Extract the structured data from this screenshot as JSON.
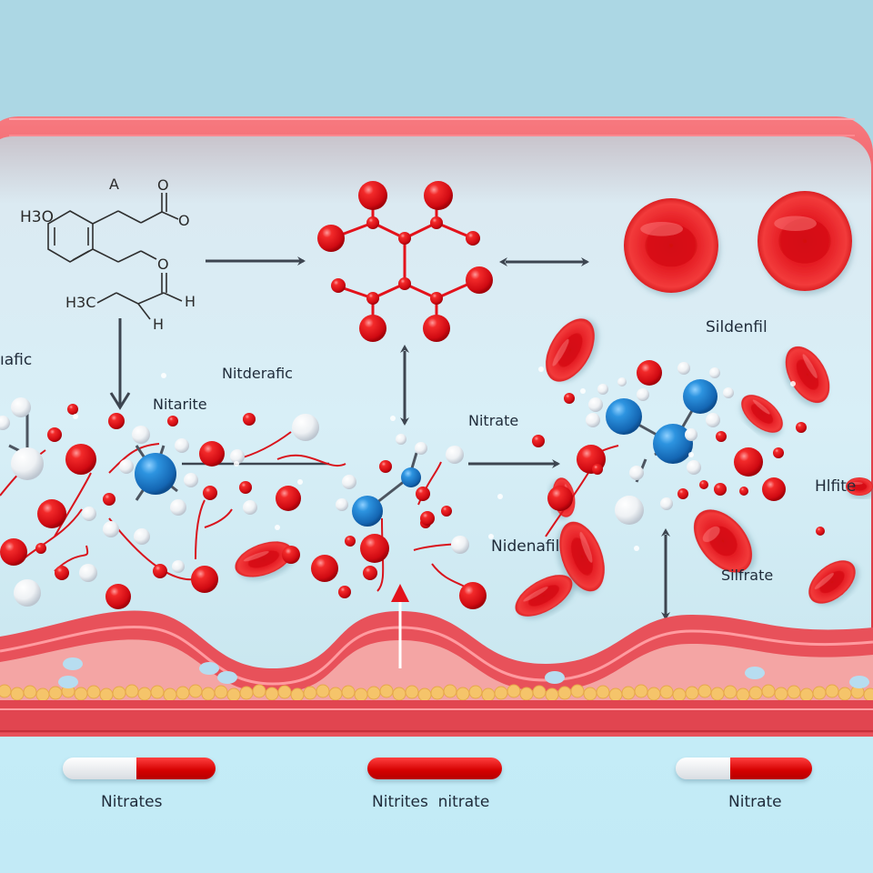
{
  "title": "Nitrates, nitrites and sildenafil interaction in the blood vessel",
  "colors": {
    "background": "#acd7e4",
    "vessel_red": "#e8474f",
    "panel_bg": "#d6eef6",
    "atom_red": "#e3121b",
    "atom_blue": "#1a78c8",
    "atom_white": "#f4f6f8",
    "arrow": "#3d4550",
    "text": "#1f2b3a"
  },
  "structure": {
    "label_letter": "A",
    "atoms": [
      "H3O",
      "O",
      "O",
      "O",
      "H3C",
      "H",
      "H"
    ]
  },
  "labels": [
    {
      "id": "dafic",
      "text": "ıafic"
    },
    {
      "id": "nitarite",
      "text": "Nitarite"
    },
    {
      "id": "nitderafic",
      "text": "Nitderafic"
    },
    {
      "id": "nitrate-mid",
      "text": "Nitrate"
    },
    {
      "id": "sildenfil",
      "text": "Sildenfil"
    },
    {
      "id": "hlfite",
      "text": "Hlfite"
    },
    {
      "id": "nidenafil",
      "text": "Nidenafil"
    },
    {
      "id": "silfrate",
      "text": "Silfrate"
    }
  ],
  "legend": [
    {
      "label": "Nitrates",
      "white_fraction": 0.48
    },
    {
      "label": "Nitrites  nitrate",
      "white_fraction": 0.0
    },
    {
      "label": "Nitrate",
      "white_fraction": 0.4
    }
  ]
}
